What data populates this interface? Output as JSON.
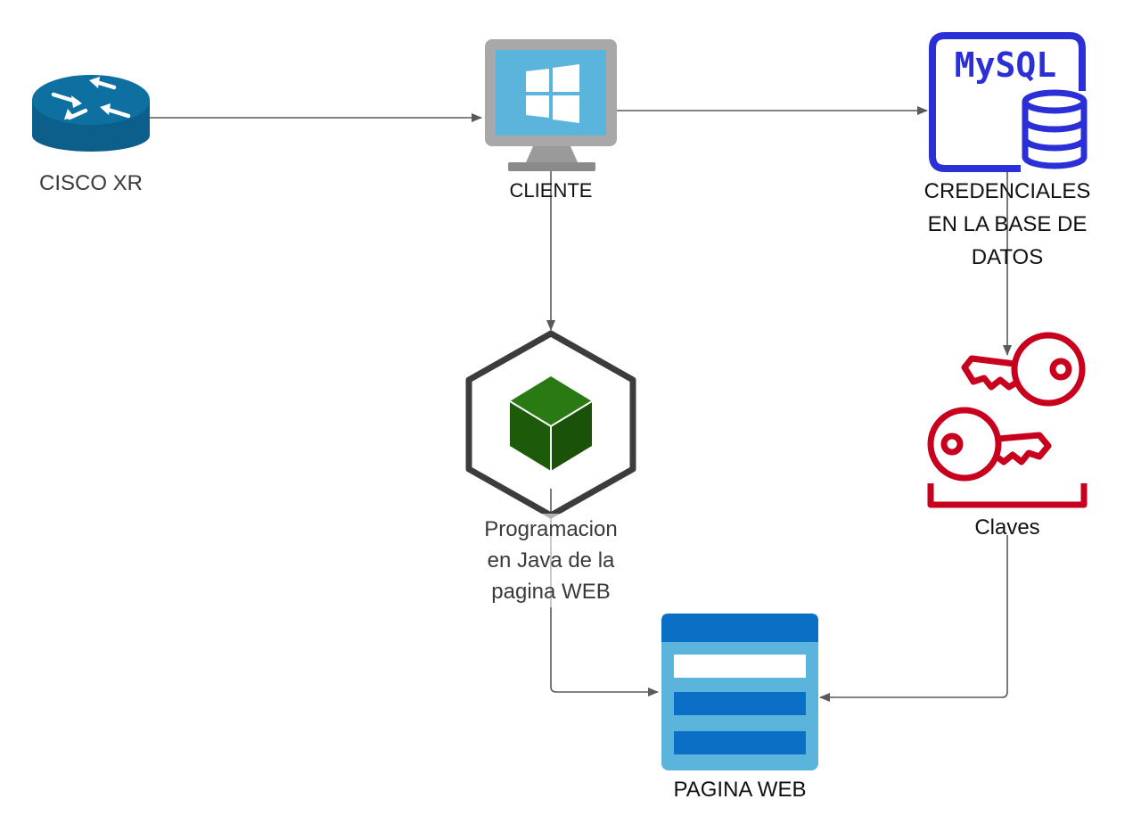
{
  "colors": {
    "connector": "#5a5a5a",
    "router": "#0b5f8a",
    "monitor_frame": "#a8a8a8",
    "screen": "#5ab4dc",
    "mysql": "#2b2fd6",
    "keys": "#c8001e",
    "cube_outline": "#3c3c3c",
    "cube_fill": "#1d5a0a",
    "webpage_dark": "#0c6fc6",
    "webpage_light": "#5ab4dc"
  },
  "nodes": {
    "router": {
      "label": "CISCO XR",
      "icon": "router-icon"
    },
    "client": {
      "label": "CLIENTE",
      "icon": "windows-monitor-icon"
    },
    "database": {
      "icon": "mysql-database-icon",
      "logo_text": "MySQL",
      "label_lines": [
        "CREDENCIALES",
        "EN LA BASE DE",
        "DATOS"
      ]
    },
    "keys": {
      "label": "Claves",
      "icon": "keys-icon"
    },
    "java": {
      "icon": "cube-icon",
      "label_lines": [
        "Programacion",
        "en Java de la",
        "pagina WEB"
      ]
    },
    "webpage": {
      "label": "PAGINA WEB",
      "icon": "webpage-icon"
    }
  },
  "edges": [
    {
      "from": "router",
      "to": "client"
    },
    {
      "from": "client",
      "to": "database"
    },
    {
      "from": "client",
      "to": "java"
    },
    {
      "from": "database",
      "to": "keys"
    },
    {
      "from": "java",
      "to": "webpage"
    },
    {
      "from": "keys",
      "to": "webpage"
    }
  ]
}
